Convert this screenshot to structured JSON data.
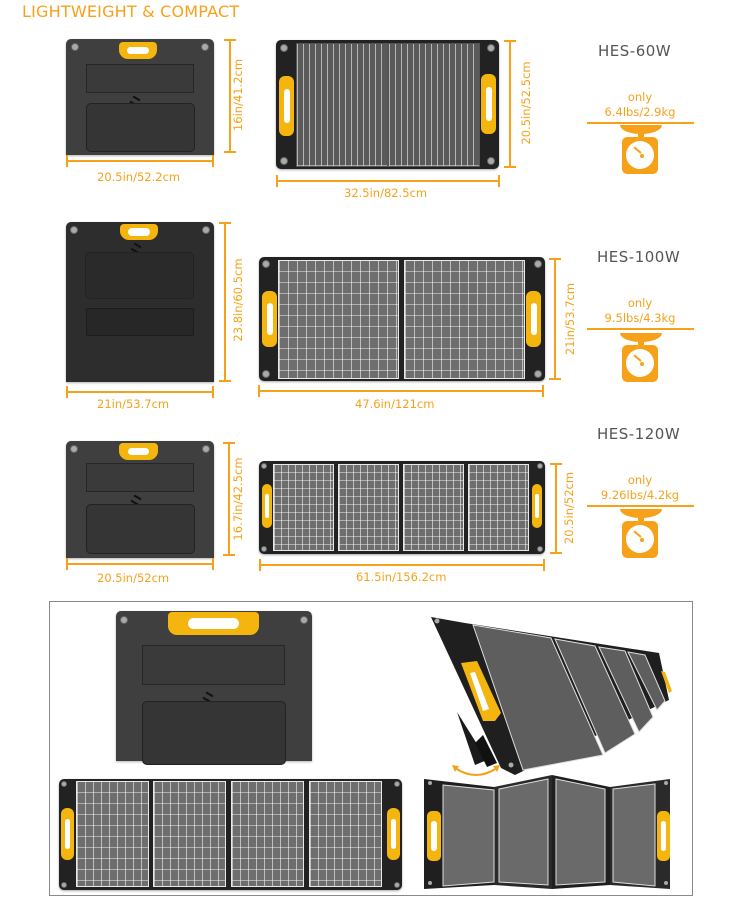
{
  "header": {
    "title": "LIGHTWEIGHT & COMPACT"
  },
  "colors": {
    "accent": "#f7a11a",
    "handle": "#f5b50f",
    "panel": "#222222",
    "bag": "#3f3f3f",
    "model_text": "#555555",
    "frame": "#8a8a8a"
  },
  "products": [
    {
      "model": "HES-60W",
      "folded": {
        "width": "20.5in/52.2cm",
        "height": "16in/41.2cm"
      },
      "unfolded": {
        "width": "32.5in/82.5cm",
        "height": "20.5in/52.5cm",
        "panels": 2
      },
      "weight": {
        "prefix": "only",
        "value": "6.4lbs/2.9kg",
        "icon": "scale-icon"
      }
    },
    {
      "model": "HES-100W",
      "folded": {
        "width": "21in/53.7cm",
        "height": "23.8in/60.5cm"
      },
      "unfolded": {
        "width": "47.6in/121cm",
        "height": "21in/53.7cm",
        "panels": 2
      },
      "weight": {
        "prefix": "only",
        "value": "9.5lbs/4.3kg",
        "icon": "scale-icon"
      }
    },
    {
      "model": "HES-120W",
      "folded": {
        "width": "20.5in/52cm",
        "height": "16.7in/42.5cm"
      },
      "unfolded": {
        "width": "61.5in/156.2cm",
        "height": "20.5in/52cm",
        "panels": 4
      },
      "weight": {
        "prefix": "only",
        "value": "9.26lbs/4.2kg",
        "icon": "scale-icon"
      }
    }
  ],
  "showcase": {
    "items": [
      "folded-bag",
      "kickstand-angled-panel",
      "flat-four-panel",
      "zigzag-four-panel"
    ],
    "angle_indicator": "double-arrow-icon"
  }
}
